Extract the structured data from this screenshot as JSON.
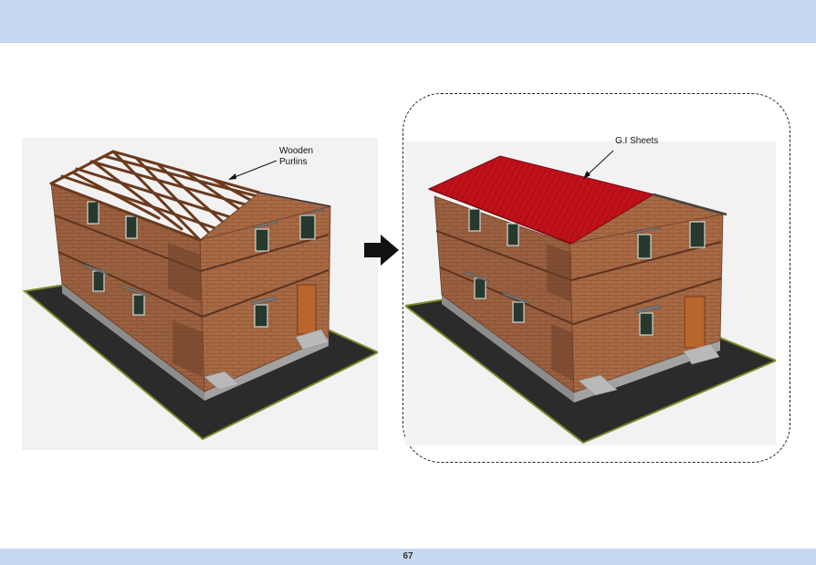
{
  "labels": {
    "wooden_purlins_line1": "Wooden",
    "wooden_purlins_line2": "Purlins",
    "gi_sheets": "G.I Sheets"
  },
  "footer": {
    "page_number": "67"
  },
  "colors": {
    "header_band": "#c5daf0",
    "brick": "#9a6040",
    "roof_sheet": "#c0101a",
    "timber": "#6b3a1e",
    "ground": "#2b2b2b",
    "door": "#b8652e"
  }
}
